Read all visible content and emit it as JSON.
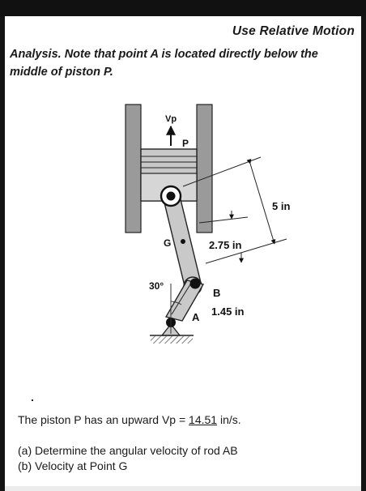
{
  "header": {
    "title": "Use Relative Motion"
  },
  "intro": {
    "lead": "Analysis.",
    "text": " Note that point A is located directly below the middle of piston P."
  },
  "figure": {
    "labels": {
      "vp": "Vp",
      "p": "P",
      "g": "G",
      "b": "B",
      "a": "A",
      "angle": "30°",
      "dim_5": "5 in",
      "dim_275": "2.75 in",
      "dim_145": "1.45 in"
    }
  },
  "marker": ".",
  "problem": {
    "statement_before": "The piston P has an upward Vp = ",
    "vp_value": "14.51",
    "statement_after": " in/s."
  },
  "questions": {
    "a": "(a) Determine the angular velocity  of rod AB",
    "b": "(b) Velocity at Point G"
  }
}
